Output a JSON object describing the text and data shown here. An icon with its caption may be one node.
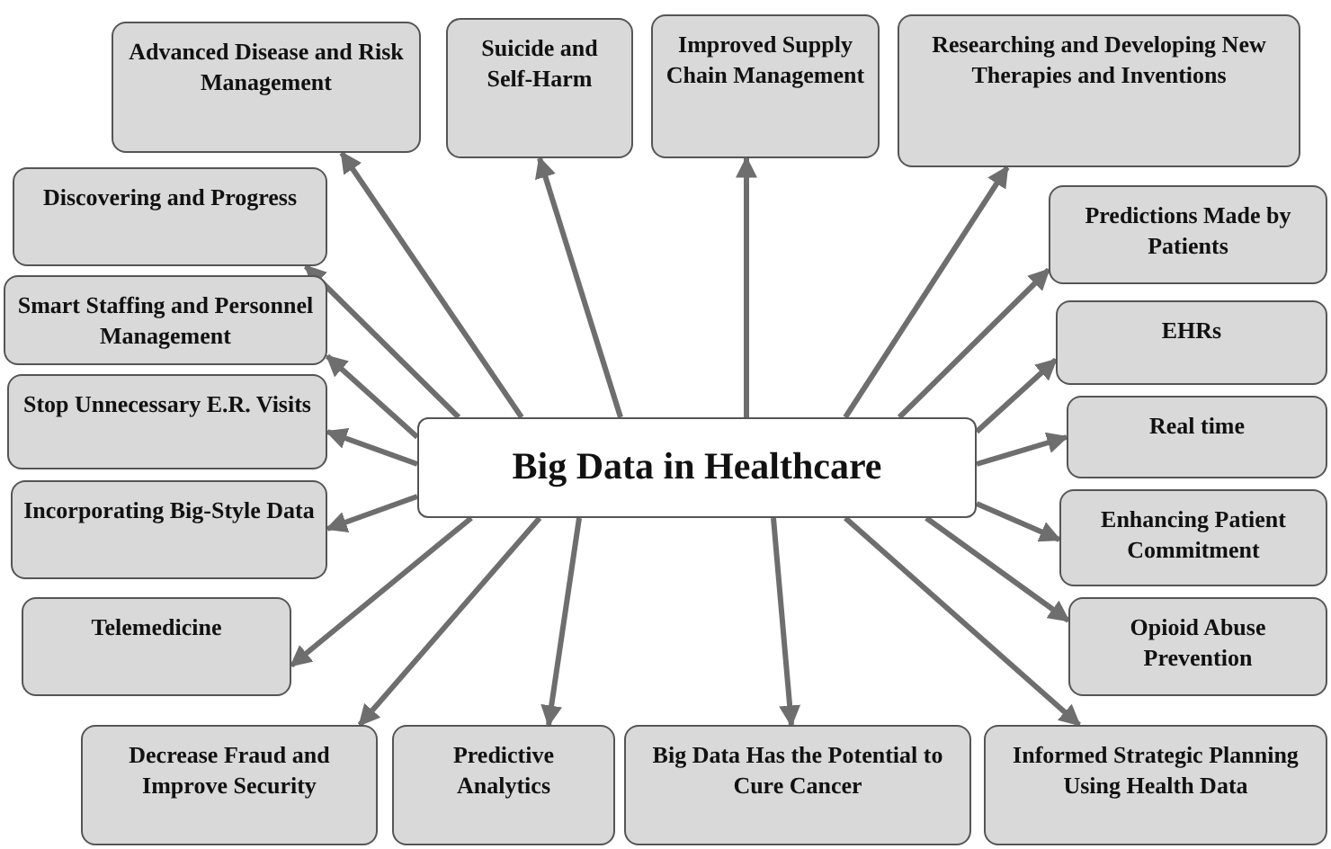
{
  "diagram": {
    "nodes": [
      {
        "text": [
          "Big Data in Healthcare"
        ]
      },
      {
        "text": [
          "Advanced Disease and Risk Management"
        ]
      },
      {
        "text": [
          "Suicide and Self-Harm"
        ]
      },
      {
        "text": [
          "Improved Supply Chain Management"
        ]
      },
      {
        "text": [
          "Researching and Developing New Therapies and Inventions"
        ]
      },
      {
        "text": [
          "Discovering and Progress"
        ]
      },
      {
        "text": [
          "Predictions Made by Patients"
        ]
      },
      {
        "text": [
          "Smart Staffing and Personnel Management"
        ]
      },
      {
        "text": [
          "EHRs"
        ]
      },
      {
        "text": [
          "Stop Unnecessary E.R. Visits"
        ]
      },
      {
        "text": [
          "Real time"
        ]
      },
      {
        "text": [
          "Incorporating Big-Style Data"
        ]
      },
      {
        "text": [
          "Enhancing Patient Commitment"
        ]
      },
      {
        "text": [
          "Telemedicine"
        ]
      },
      {
        "text": [
          "Opioid Abuse Prevention"
        ]
      },
      {
        "text": [
          "Decrease Fraud and Improve Security"
        ]
      },
      {
        "text": [
          "Predictive Analytics"
        ]
      },
      {
        "text": [
          "Big Data Has the Potential to Cure Cancer"
        ]
      },
      {
        "text": [
          "Informed Strategic Planning Using Health Data"
        ]
      }
    ],
    "edges": [
      {
        "from": 0,
        "to": 1,
        "arrow": "to"
      },
      {
        "from": 0,
        "to": 2,
        "arrow": "to"
      },
      {
        "from": 0,
        "to": 3,
        "arrow": "to"
      },
      {
        "from": 0,
        "to": 4,
        "arrow": "to"
      },
      {
        "from": 0,
        "to": 5,
        "arrow": "to"
      },
      {
        "from": 0,
        "to": 6,
        "arrow": "to"
      },
      {
        "from": 0,
        "to": 7,
        "arrow": "to"
      },
      {
        "from": 0,
        "to": 8,
        "arrow": "to"
      },
      {
        "from": 0,
        "to": 9,
        "arrow": "to"
      },
      {
        "from": 0,
        "to": 10,
        "arrow": "to"
      },
      {
        "from": 0,
        "to": 11,
        "arrow": "to"
      },
      {
        "from": 0,
        "to": 12,
        "arrow": "to"
      },
      {
        "from": 0,
        "to": 13,
        "arrow": "to"
      },
      {
        "from": 0,
        "to": 14,
        "arrow": "to"
      },
      {
        "from": 0,
        "to": 15,
        "arrow": "to"
      },
      {
        "from": 0,
        "to": 16,
        "arrow": "to"
      },
      {
        "from": 0,
        "to": 17,
        "arrow": "to"
      },
      {
        "from": 0,
        "to": 18,
        "arrow": "to"
      }
    ]
  }
}
